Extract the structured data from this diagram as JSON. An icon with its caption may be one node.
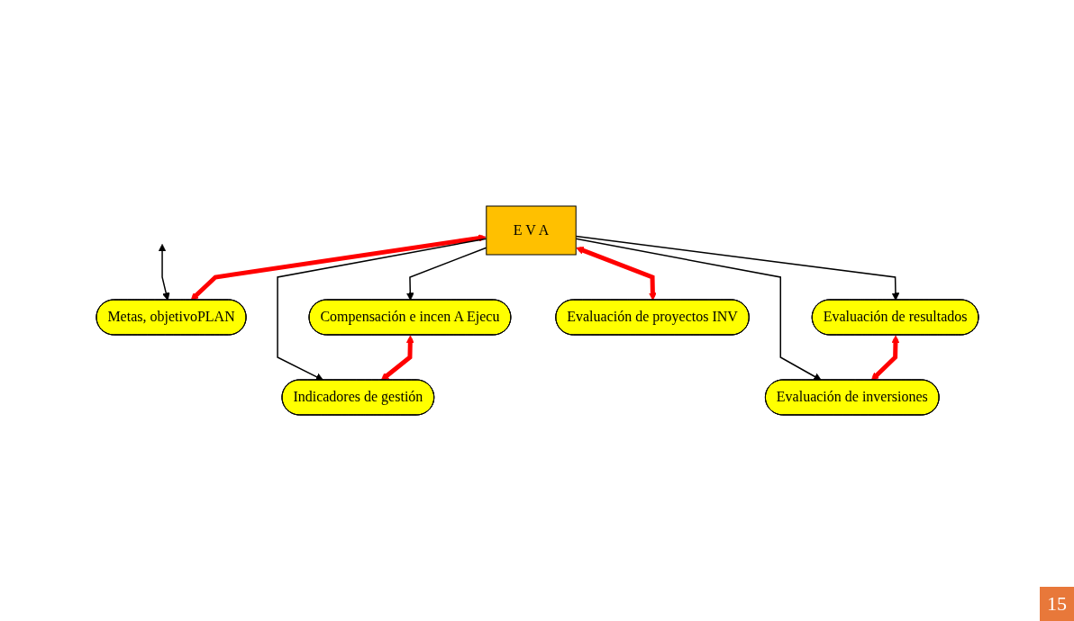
{
  "diagram": {
    "nodes": [
      {
        "text": [
          "Metas, objetivoPLAN"
        ]
      },
      {
        "text": [
          "Compensación e incen A Ejecu"
        ]
      },
      {
        "text": [
          "Evaluación de resultados"
        ]
      },
      {
        "text": [
          "E V A"
        ]
      },
      {
        "text": [
          "Indicadores de gestión"
        ]
      },
      {
        "text": [
          "Evaluación de proyectos INV"
        ]
      },
      {
        "text": [
          "Evaluación de inversiones"
        ]
      }
    ],
    "edges": [
      {
        "from": null,
        "to": 0,
        "arrow": "both"
      },
      {
        "from": 3,
        "to": 0,
        "arrow": "both",
        "style": "thick",
        "color": "#ff0000"
      },
      {
        "from": 3,
        "to": 1,
        "arrow": "to"
      },
      {
        "from": 3,
        "to": 2,
        "arrow": "to"
      },
      {
        "from": 3,
        "to": 4,
        "arrow": "to"
      },
      {
        "from": 3,
        "to": 5,
        "arrow": "both",
        "style": "thick",
        "color": "#ff0000"
      },
      {
        "from": 3,
        "to": 6,
        "arrow": "to"
      },
      {
        "from": 1,
        "to": 4,
        "arrow": "both",
        "style": "thick",
        "color": "#ff0000"
      },
      {
        "from": 2,
        "to": 6,
        "arrow": "both",
        "style": "thick",
        "color": "#ff0000"
      }
    ],
    "labels": [
      "15"
    ]
  }
}
